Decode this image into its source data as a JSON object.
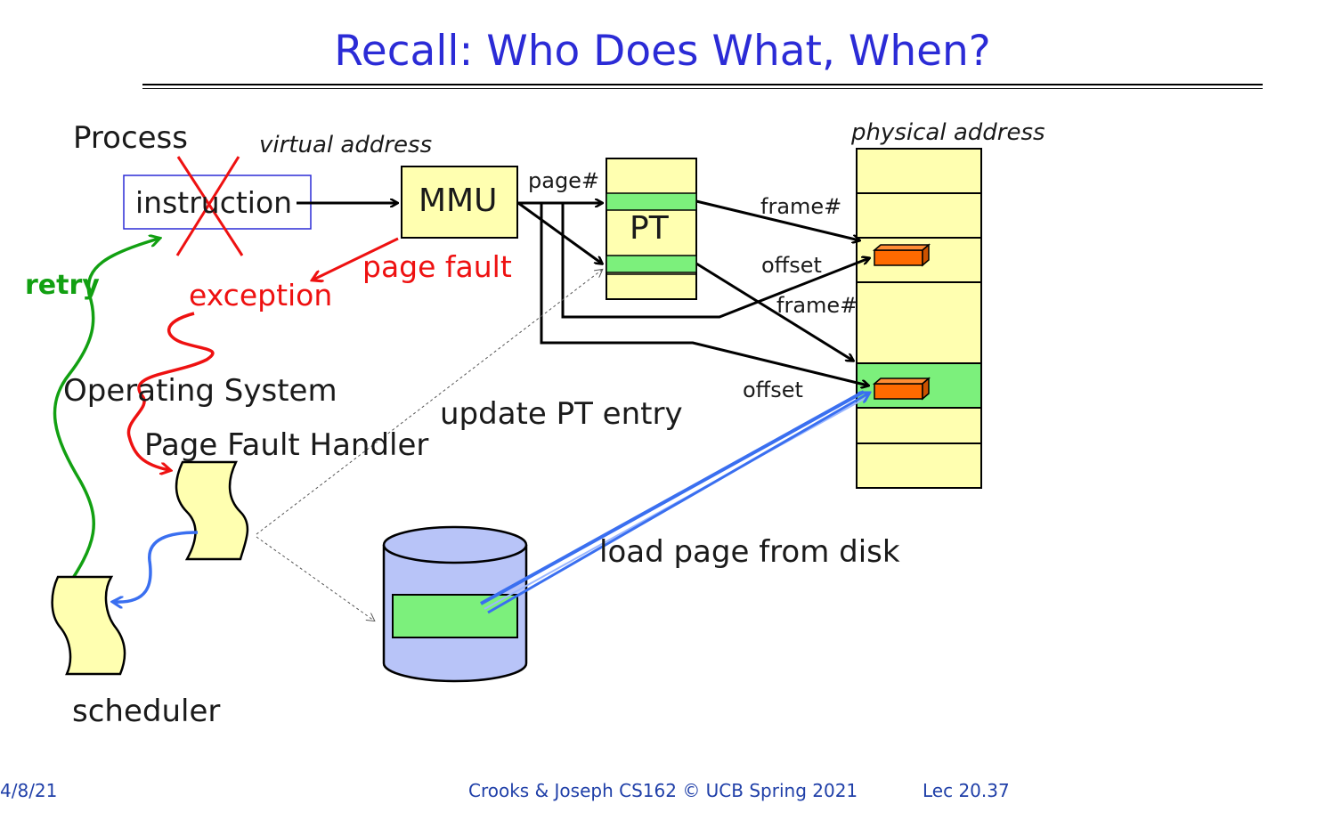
{
  "slide": {
    "title": "Recall: Who Does What, When?"
  },
  "labels": {
    "process": "Process",
    "virtual_address": "virtual address",
    "instruction": "instruction",
    "mmu": "MMU",
    "page_num": "page#",
    "pt": "PT",
    "frame_num_1": "frame#",
    "offset_1": "offset",
    "frame_num_2": "frame#",
    "offset_2": "offset",
    "physical_address": "physical address",
    "page_fault": "page fault",
    "exception": "exception",
    "retry": "retry",
    "operating_system": "Operating System",
    "page_fault_handler": "Page Fault Handler",
    "update_pt_entry": "update PT entry",
    "load_page_from_disk": "load page from disk",
    "scheduler": "scheduler"
  },
  "footer": {
    "date": "4/8/21",
    "course": "Crooks & Joseph CS162 © UCB Spring 2021",
    "lecture": "Lec 20.37"
  },
  "colors": {
    "title": "#2b2bd6",
    "box_yellow": "#ffffb0",
    "pt_green": "#7cf07c",
    "offset_orange": "#ff6a00",
    "disk_blue": "#b8c4f8",
    "fault_red": "#ee1111",
    "retry_green": "#12a012",
    "load_blue": "#3a6ff0",
    "footer_blue": "#1f3fa8"
  }
}
